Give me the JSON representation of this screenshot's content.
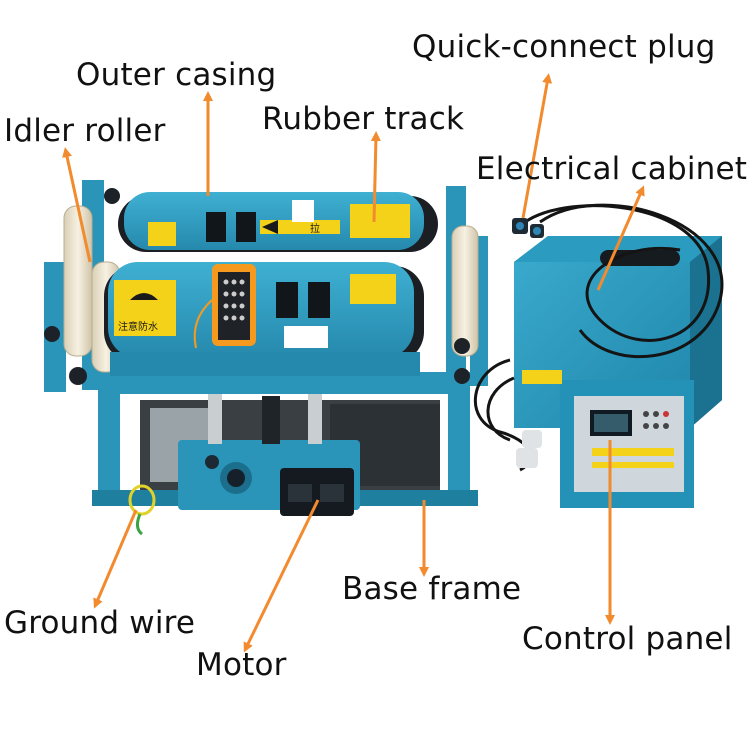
{
  "labels": {
    "quick_connect_plug": "Quick-connect plug",
    "outer_casing": "Outer casing",
    "idler_roller": "Idler roller",
    "rubber_track": "Rubber track",
    "electrical_cabinet": "Electrical cabinet",
    "base_frame": "Base frame",
    "ground_wire": "Ground wire",
    "control_panel": "Control panel",
    "motor": "Motor"
  },
  "product_markings": {
    "waterproof_sign": "注意防水",
    "pull_label": "拉"
  },
  "colors": {
    "arrow": "#f28a2e",
    "machine_body": "#2e9ec1",
    "machine_dark": "#1d7d9e",
    "hazard_yellow": "#f5d21a",
    "remote_orange": "#f59a1e",
    "roller_cream": "#efe6d0"
  }
}
